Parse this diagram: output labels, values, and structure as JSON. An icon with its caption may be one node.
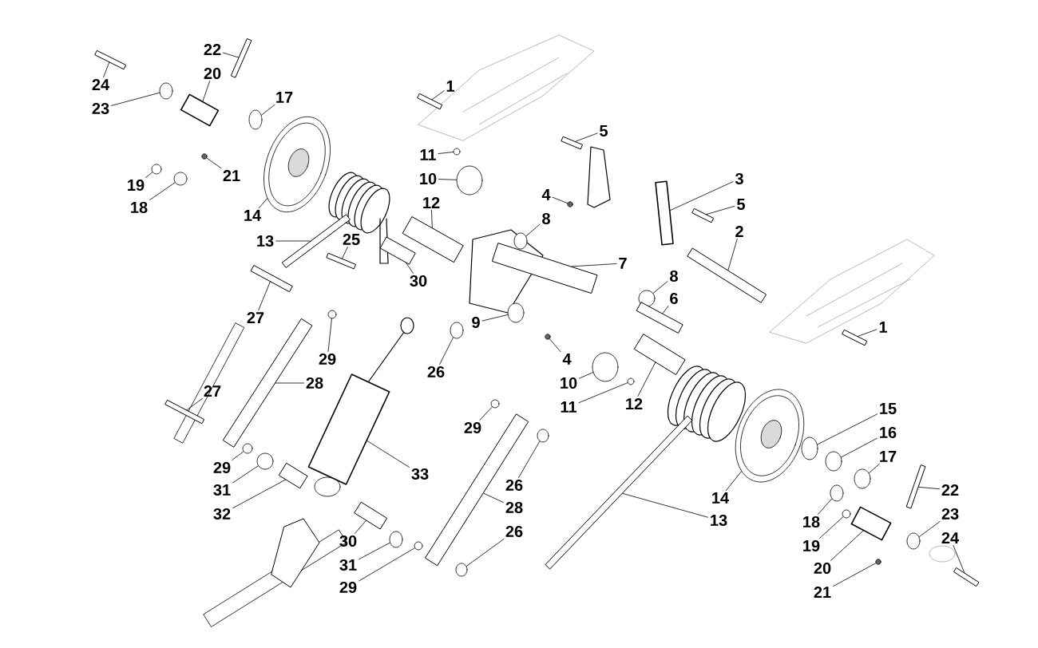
{
  "diagram": {
    "nodes": [
      {
        "text": [
          "22"
        ]
      },
      {
        "text": [
          "24"
        ]
      },
      {
        "text": [
          "1"
        ]
      },
      {
        "text": [
          "20"
        ]
      },
      {
        "text": [
          "17"
        ]
      },
      {
        "text": [
          "23"
        ]
      },
      {
        "text": [
          "5"
        ]
      },
      {
        "text": [
          "11"
        ]
      },
      {
        "text": [
          "10"
        ]
      },
      {
        "text": [
          "3"
        ]
      },
      {
        "text": [
          "21"
        ]
      },
      {
        "text": [
          "19"
        ]
      },
      {
        "text": [
          "4"
        ]
      },
      {
        "text": [
          "12"
        ]
      },
      {
        "text": [
          "5"
        ]
      },
      {
        "text": [
          "18"
        ]
      },
      {
        "text": [
          "14"
        ]
      },
      {
        "text": [
          "8"
        ]
      },
      {
        "text": [
          "2"
        ]
      },
      {
        "text": [
          "13"
        ]
      },
      {
        "text": [
          "25"
        ]
      },
      {
        "text": [
          "7"
        ]
      },
      {
        "text": [
          "8"
        ]
      },
      {
        "text": [
          "30"
        ]
      },
      {
        "text": [
          "6"
        ]
      },
      {
        "text": [
          "27"
        ]
      },
      {
        "text": [
          "9"
        ]
      },
      {
        "text": [
          "1"
        ]
      },
      {
        "text": [
          "29"
        ]
      },
      {
        "text": [
          "4"
        ]
      },
      {
        "text": [
          "26"
        ]
      },
      {
        "text": [
          "10"
        ]
      },
      {
        "text": [
          "28"
        ]
      },
      {
        "text": [
          "11"
        ]
      },
      {
        "text": [
          "12"
        ]
      },
      {
        "text": [
          "15"
        ]
      },
      {
        "text": [
          "27"
        ]
      },
      {
        "text": [
          "29"
        ]
      },
      {
        "text": [
          "16"
        ]
      },
      {
        "text": [
          "17"
        ]
      },
      {
        "text": [
          "29"
        ]
      },
      {
        "text": [
          "33"
        ]
      },
      {
        "text": [
          "26"
        ]
      },
      {
        "text": [
          "31"
        ]
      },
      {
        "text": [
          "22"
        ]
      },
      {
        "text": [
          "14"
        ]
      },
      {
        "text": [
          "28"
        ]
      },
      {
        "text": [
          "32"
        ]
      },
      {
        "text": [
          "13"
        ]
      },
      {
        "text": [
          "23"
        ]
      },
      {
        "text": [
          "26"
        ]
      },
      {
        "text": [
          "18"
        ]
      },
      {
        "text": [
          "30"
        ]
      },
      {
        "text": [
          "24"
        ]
      },
      {
        "text": [
          "19"
        ]
      },
      {
        "text": [
          "31"
        ]
      },
      {
        "text": [
          "20"
        ]
      },
      {
        "text": [
          "29"
        ]
      },
      {
        "text": [
          "21"
        ]
      },
      {
        "text": [],
        "shape": "bar"
      },
      {
        "text": [],
        "shape": "bar"
      },
      {
        "text": [],
        "shape": "bar"
      },
      {
        "text": [],
        "shape": "box"
      },
      {
        "text": [],
        "shape": "circle"
      },
      {
        "text": [],
        "shape": "circle"
      },
      {
        "text": [],
        "shape": "bar"
      },
      {
        "text": [],
        "shape": "circle"
      },
      {
        "text": [],
        "shape": "circle"
      },
      {
        "text": [],
        "shape": "box"
      },
      {
        "text": [],
        "shape": "circle"
      },
      {
        "text": [],
        "shape": "circle"
      },
      {
        "text": [],
        "shape": "circle"
      },
      {
        "text": [],
        "shape": "bar"
      },
      {
        "text": [],
        "shape": "bar"
      },
      {
        "text": [],
        "shape": "circle"
      },
      {
        "text": [],
        "shape": "circle"
      },
      {
        "text": [],
        "shape": "circle"
      },
      {
        "text": [],
        "shape": "bar"
      },
      {
        "text": [],
        "shape": "bar"
      },
      {
        "text": [],
        "shape": "bar"
      },
      {
        "text": [],
        "shape": "bar"
      },
      {
        "text": [],
        "shape": "circle"
      },
      {
        "text": [],
        "shape": "bar"
      },
      {
        "text": [],
        "shape": "bar"
      },
      {
        "text": [],
        "shape": "bar"
      },
      {
        "text": [],
        "shape": "circle"
      },
      {
        "text": [],
        "shape": "bar"
      },
      {
        "text": [],
        "shape": "circle"
      },
      {
        "text": [],
        "shape": "circle"
      },
      {
        "text": [],
        "shape": "circle"
      },
      {
        "text": [],
        "shape": "circle"
      },
      {
        "text": [],
        "shape": "bar"
      },
      {
        "text": [],
        "shape": "circle"
      },
      {
        "text": [],
        "shape": "bar"
      },
      {
        "text": [],
        "shape": "circle"
      },
      {
        "text": [],
        "shape": "bar"
      },
      {
        "text": [],
        "shape": "circle"
      },
      {
        "text": [],
        "shape": "circle"
      },
      {
        "text": [],
        "shape": "circle"
      },
      {
        "text": [],
        "shape": "circle"
      },
      {
        "text": [],
        "shape": "box"
      },
      {
        "text": [],
        "shape": "circle"
      },
      {
        "text": [],
        "shape": "circle"
      },
      {
        "text": [],
        "shape": "bar"
      },
      {
        "text": [],
        "shape": "circle"
      },
      {
        "text": [],
        "shape": "bar"
      },
      {
        "text": [],
        "shape": "bar"
      },
      {
        "text": [],
        "shape": "bar"
      },
      {
        "text": [],
        "shape": "circle"
      },
      {
        "text": [],
        "shape": "circle"
      },
      {
        "text": [],
        "shape": "circle"
      },
      {
        "text": [],
        "shape": "bar"
      },
      {
        "text": [],
        "shape": "bar"
      },
      {
        "text": [],
        "shape": "circle"
      },
      {
        "text": [],
        "shape": "circle"
      },
      {
        "text": [],
        "shape": "box"
      },
      {
        "text": [],
        "shape": "circle"
      },
      {
        "text": [],
        "shape": "circle"
      }
    ],
    "edges": [
      {
        "from": 0,
        "to": 59,
        "arrow": "none"
      },
      {
        "from": 1,
        "to": 60,
        "arrow": "none"
      },
      {
        "from": 2,
        "to": 61,
        "arrow": "none"
      },
      {
        "from": 3,
        "to": 62,
        "arrow": "none"
      },
      {
        "from": 4,
        "to": 63,
        "arrow": "none"
      },
      {
        "from": 5,
        "to": 64,
        "arrow": "none"
      },
      {
        "from": 6,
        "to": 65,
        "arrow": "none"
      },
      {
        "from": 7,
        "to": 66,
        "arrow": "none"
      },
      {
        "from": 8,
        "to": 67,
        "arrow": "none"
      },
      {
        "from": 9,
        "to": 68,
        "arrow": "none"
      },
      {
        "from": 10,
        "to": 69,
        "arrow": "none"
      },
      {
        "from": 11,
        "to": 70,
        "arrow": "none"
      },
      {
        "from": 12,
        "to": 71,
        "arrow": "none"
      },
      {
        "from": 13,
        "to": 72,
        "arrow": "none"
      },
      {
        "from": 14,
        "to": 73,
        "arrow": "none"
      },
      {
        "from": 15,
        "to": 74,
        "arrow": "none"
      },
      {
        "from": 16,
        "to": 75,
        "arrow": "none"
      },
      {
        "from": 17,
        "to": 76,
        "arrow": "none"
      },
      {
        "from": 18,
        "to": 77,
        "arrow": "none"
      },
      {
        "from": 19,
        "to": 78,
        "arrow": "none"
      },
      {
        "from": 20,
        "to": 79,
        "arrow": "none"
      },
      {
        "from": 21,
        "to": 80,
        "arrow": "none"
      },
      {
        "from": 22,
        "to": 81,
        "arrow": "none"
      },
      {
        "from": 23,
        "to": 82,
        "arrow": "none"
      },
      {
        "from": 24,
        "to": 83,
        "arrow": "none"
      },
      {
        "from": 25,
        "to": 84,
        "arrow": "none"
      },
      {
        "from": 26,
        "to": 85,
        "arrow": "none"
      },
      {
        "from": 27,
        "to": 86,
        "arrow": "none"
      },
      {
        "from": 28,
        "to": 87,
        "arrow": "none"
      },
      {
        "from": 29,
        "to": 88,
        "arrow": "none"
      },
      {
        "from": 30,
        "to": 89,
        "arrow": "none"
      },
      {
        "from": 31,
        "to": 90,
        "arrow": "none"
      },
      {
        "from": 32,
        "to": 91,
        "arrow": "none"
      },
      {
        "from": 33,
        "to": 92,
        "arrow": "none"
      },
      {
        "from": 34,
        "to": 93,
        "arrow": "none"
      },
      {
        "from": 35,
        "to": 94,
        "arrow": "none"
      },
      {
        "from": 36,
        "to": 95,
        "arrow": "none"
      },
      {
        "from": 37,
        "to": 96,
        "arrow": "none"
      },
      {
        "from": 38,
        "to": 97,
        "arrow": "none"
      },
      {
        "from": 39,
        "to": 98,
        "arrow": "none"
      },
      {
        "from": 40,
        "to": 99,
        "arrow": "none"
      },
      {
        "from": 41,
        "to": 100,
        "arrow": "none"
      },
      {
        "from": 42,
        "to": 101,
        "arrow": "none"
      },
      {
        "from": 43,
        "to": 102,
        "arrow": "none"
      },
      {
        "from": 44,
        "to": 103,
        "arrow": "none"
      },
      {
        "from": 45,
        "to": 104,
        "arrow": "none"
      },
      {
        "from": 46,
        "to": 105,
        "arrow": "none"
      },
      {
        "from": 47,
        "to": 106,
        "arrow": "none"
      },
      {
        "from": 48,
        "to": 107,
        "arrow": "none"
      },
      {
        "from": 49,
        "to": 108,
        "arrow": "none"
      },
      {
        "from": 50,
        "to": 109,
        "arrow": "none"
      },
      {
        "from": 51,
        "to": 110,
        "arrow": "none"
      },
      {
        "from": 52,
        "to": 111,
        "arrow": "none"
      },
      {
        "from": 53,
        "to": 112,
        "arrow": "none"
      },
      {
        "from": 54,
        "to": 113,
        "arrow": "none"
      },
      {
        "from": 55,
        "to": 114,
        "arrow": "none"
      },
      {
        "from": 56,
        "to": 115,
        "arrow": "none"
      },
      {
        "from": 57,
        "to": 116,
        "arrow": "none"
      },
      {
        "from": 58,
        "to": 117,
        "arrow": "none"
      }
    ]
  }
}
